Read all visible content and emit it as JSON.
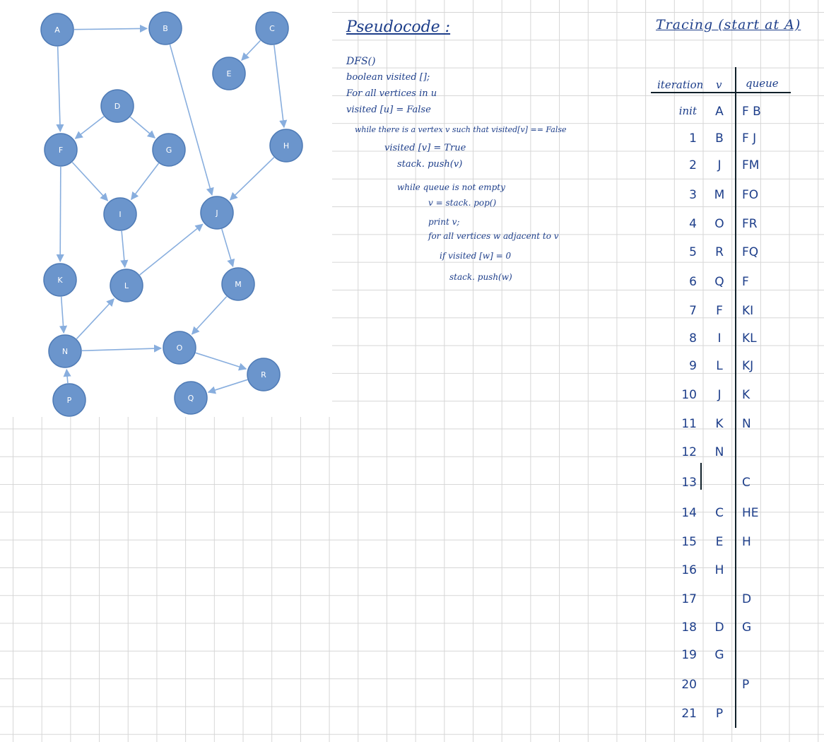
{
  "graph": {
    "nodes": [
      {
        "id": "A"
      },
      {
        "id": "B"
      },
      {
        "id": "C"
      },
      {
        "id": "E"
      },
      {
        "id": "D"
      },
      {
        "id": "F"
      },
      {
        "id": "G"
      },
      {
        "id": "H"
      },
      {
        "id": "I"
      },
      {
        "id": "J"
      },
      {
        "id": "K"
      },
      {
        "id": "L"
      },
      {
        "id": "M"
      },
      {
        "id": "N"
      },
      {
        "id": "O"
      },
      {
        "id": "R"
      },
      {
        "id": "P"
      },
      {
        "id": "Q"
      }
    ],
    "edges": [
      {
        "from": "A",
        "to": "B"
      },
      {
        "from": "A",
        "to": "F"
      },
      {
        "from": "B",
        "to": "J"
      },
      {
        "from": "C",
        "to": "E"
      },
      {
        "from": "C",
        "to": "H"
      },
      {
        "from": "D",
        "to": "F"
      },
      {
        "from": "D",
        "to": "G"
      },
      {
        "from": "F",
        "to": "I"
      },
      {
        "from": "G",
        "to": "I"
      },
      {
        "from": "F",
        "to": "K"
      },
      {
        "from": "H",
        "to": "J"
      },
      {
        "from": "I",
        "to": "L"
      },
      {
        "from": "L",
        "to": "J"
      },
      {
        "from": "J",
        "to": "M"
      },
      {
        "from": "K",
        "to": "N"
      },
      {
        "from": "N",
        "to": "L"
      },
      {
        "from": "N",
        "to": "O"
      },
      {
        "from": "M",
        "to": "O"
      },
      {
        "from": "O",
        "to": "R"
      },
      {
        "from": "R",
        "to": "Q"
      },
      {
        "from": "P",
        "to": "N"
      }
    ]
  },
  "pseudocode": {
    "title": "Pseudocode :",
    "lines": [
      "DFS()",
      "boolean visited [];",
      "For all vertices in u",
      "visited [u] = False",
      "while there is a vertex v such that visited[v] == False",
      "visited [v] = True",
      "stack. push(v)",
      "while queue is not empty",
      "v = stack. pop()",
      "print v;",
      "for all vertices w adjacent to v",
      "if visited [w] = 0",
      "stack. push(w)"
    ]
  },
  "tracing": {
    "title": "Tracing (start at A)",
    "headers": {
      "iteration": "iteration",
      "v": "v",
      "queue": "queue"
    },
    "rows": [
      {
        "iteration": "init",
        "v": "A",
        "queue": "F B"
      },
      {
        "iteration": "1",
        "v": "B",
        "queue": "F J"
      },
      {
        "iteration": "2",
        "v": "J",
        "queue": "FM"
      },
      {
        "iteration": "3",
        "v": "M",
        "queue": "FO"
      },
      {
        "iteration": "4",
        "v": "O",
        "queue": "FR"
      },
      {
        "iteration": "5",
        "v": "R",
        "queue": "FQ"
      },
      {
        "iteration": "6",
        "v": "Q",
        "queue": "F"
      },
      {
        "iteration": "7",
        "v": "F",
        "queue": "KI"
      },
      {
        "iteration": "8",
        "v": "I",
        "queue": "KL"
      },
      {
        "iteration": "9",
        "v": "L",
        "queue": "KJ"
      },
      {
        "iteration": "10",
        "v": "J",
        "queue": "K"
      },
      {
        "iteration": "11",
        "v": "K",
        "queue": "N"
      },
      {
        "iteration": "12",
        "v": "N",
        "queue": ""
      },
      {
        "iteration": "13",
        "v": "",
        "queue": "C"
      },
      {
        "iteration": "14",
        "v": "C",
        "queue": "HE"
      },
      {
        "iteration": "15",
        "v": "E",
        "queue": "H"
      },
      {
        "iteration": "16",
        "v": "H",
        "queue": ""
      },
      {
        "iteration": "17",
        "v": "",
        "queue": "D"
      },
      {
        "iteration": "18",
        "v": "D",
        "queue": "G"
      },
      {
        "iteration": "19",
        "v": "G",
        "queue": ""
      },
      {
        "iteration": "20",
        "v": "",
        "queue": "P"
      },
      {
        "iteration": "21",
        "v": "P",
        "queue": ""
      }
    ]
  },
  "colors": {
    "node_fill": "#6b95cc",
    "edge": "#88aede",
    "ink": "#1d3e8a"
  }
}
